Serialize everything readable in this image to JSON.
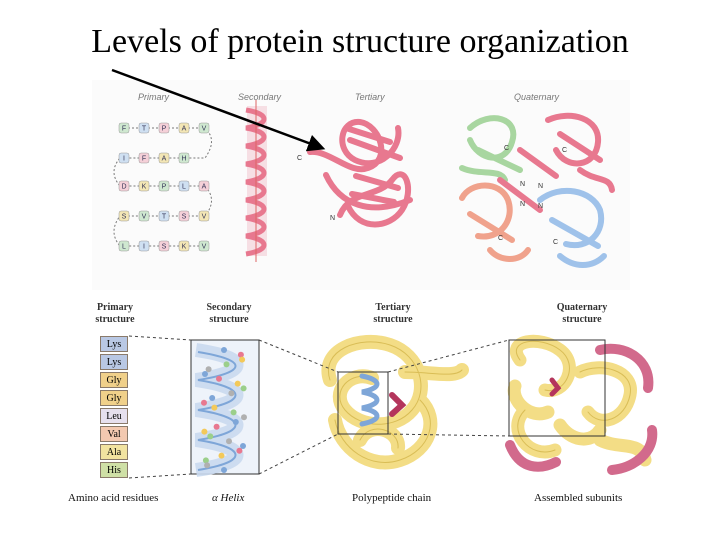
{
  "title": "Levels of protein structure organization",
  "top_labels": {
    "primary": "Primary",
    "secondary": "Secondary",
    "tertiary": "Tertiary",
    "quaternary": "Quaternary"
  },
  "primary_sequence": [
    [
      "F",
      "T",
      "P",
      "A",
      "V"
    ],
    [
      "I",
      "F",
      "A",
      "H"
    ],
    [
      "D",
      "K",
      "P",
      "L",
      "A"
    ],
    [
      "S",
      "V",
      "T",
      "S",
      "V"
    ],
    [
      "L",
      "I",
      "S",
      "K",
      "V"
    ]
  ],
  "terminal_labels": {
    "c": "C",
    "n": "N"
  },
  "bottom_labels": {
    "primary": "Primary\nstructure",
    "secondary": "Secondary\nstructure",
    "tertiary": "Tertiary\nstructure",
    "quaternary": "Quaternary\nstructure"
  },
  "residues": [
    {
      "name": "Lys",
      "color": "#b9c8e4"
    },
    {
      "name": "Lys",
      "color": "#b9c8e4"
    },
    {
      "name": "Gly",
      "color": "#f0d08a"
    },
    {
      "name": "Gly",
      "color": "#f0d08a"
    },
    {
      "name": "Leu",
      "color": "#e6e0ee"
    },
    {
      "name": "Val",
      "color": "#f3c9b0"
    },
    {
      "name": "Ala",
      "color": "#f2e3a0"
    },
    {
      "name": "His",
      "color": "#cfe0a6"
    }
  ],
  "captions": {
    "primary": "Amino acid residues",
    "secondary": "α Helix",
    "tertiary": "Polypeptide chain",
    "quaternary": "Assembled subunits"
  },
  "colors": {
    "helix_pink": "#e8788f",
    "quat_green": "#a8d6a0",
    "quat_blue": "#9fc2ea",
    "quat_salmon": "#f0a28c",
    "tube_yellow": "#f3dd86",
    "tube_pink": "#d26a8c",
    "ball_blue": "#7ea6d8"
  }
}
